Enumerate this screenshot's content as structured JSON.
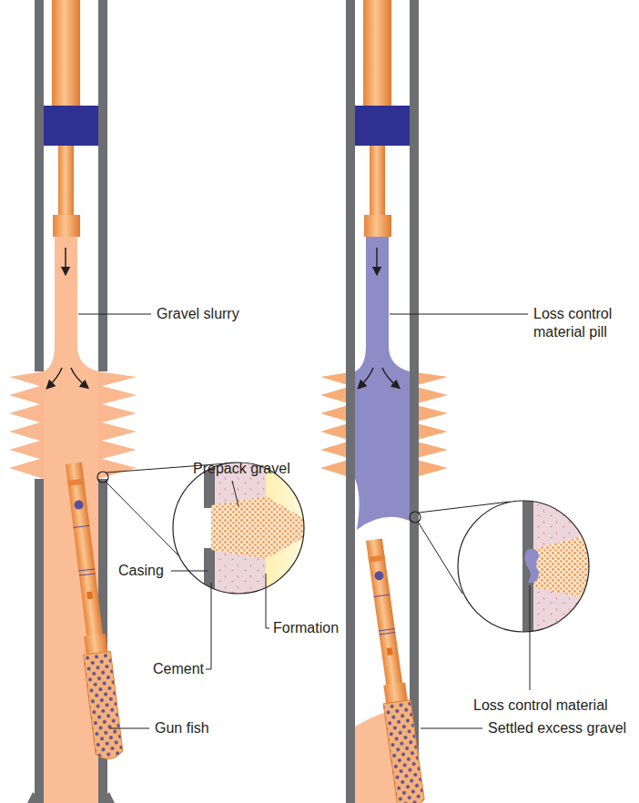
{
  "diagram": {
    "labels": [
      "Gravel slurry",
      "Prepack gravel",
      "Casing",
      "Cement",
      "Formation",
      "Gun fish",
      "Loss control material pill",
      "Loss control material",
      "Settled excess gravel"
    ]
  }
}
